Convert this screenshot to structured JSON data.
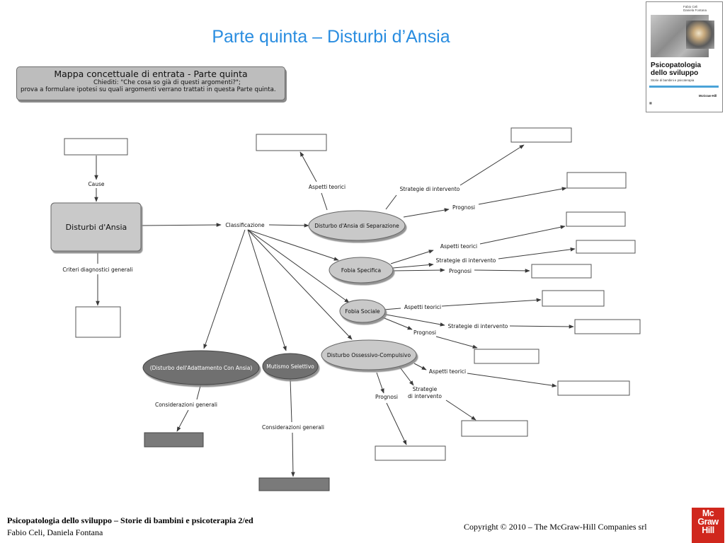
{
  "slide": {
    "title": "Parte quinta – Disturbi d’Ansia"
  },
  "banner": {
    "title": "Mappa concettuale di entrata - Parte quinta",
    "line1": "Chiediti: \"Che cosa so già di questi argomenti?\";",
    "line2": "prova a formulare ipotesi su quali argomenti verrano trattati in questa Parte quinta."
  },
  "book_cover": {
    "authors": "Fabio Celi\nDaniela Fontana",
    "title_line1": "Psicopatologia",
    "title_line2": "dello sviluppo",
    "subtitle": "Storie di bambini e psicoterapia",
    "publisher": "McGraw-Hill"
  },
  "map": {
    "main_node": "Disturbi d'Ansia",
    "cause": "Cause",
    "criteria": "Criteri diagnostici generali",
    "classification": "Classificazione",
    "nodes": {
      "separation": "Disturbo d'Ansia di Separazione",
      "phobia": "Fobia Specifica",
      "social": "Fobia Sociale",
      "ocd": "Disturbo Ossessivo-Compulsivo",
      "adjustment": "(Disturbo dell'Adattamento Con Ansia)",
      "mutism": "Mutismo Selettivo"
    },
    "labels": {
      "aspects": "Aspetti teorici",
      "strategies": "Strategie di intervento",
      "strategies_line1": "Strategie",
      "strategies_line2": "di intervento",
      "prognosis": "Prognosi",
      "considerations": "Considerazioni generali"
    },
    "colors": {
      "node_light": "#c9c9c9",
      "node_dark": "#707070",
      "box_dark": "#7a7a7a",
      "line": "#3a3a3a"
    }
  },
  "footer": {
    "book": "Psicopatologia dello sviluppo – Storie di bambini e psicoterapia 2/ed",
    "authors": "Fabio Celi, Daniela Fontana",
    "copyright": "Copyright © 2010 – The McGraw-Hill Companies srl",
    "logo_line1": "Mc",
    "logo_line2": "Graw",
    "logo_line3": "Hill"
  }
}
